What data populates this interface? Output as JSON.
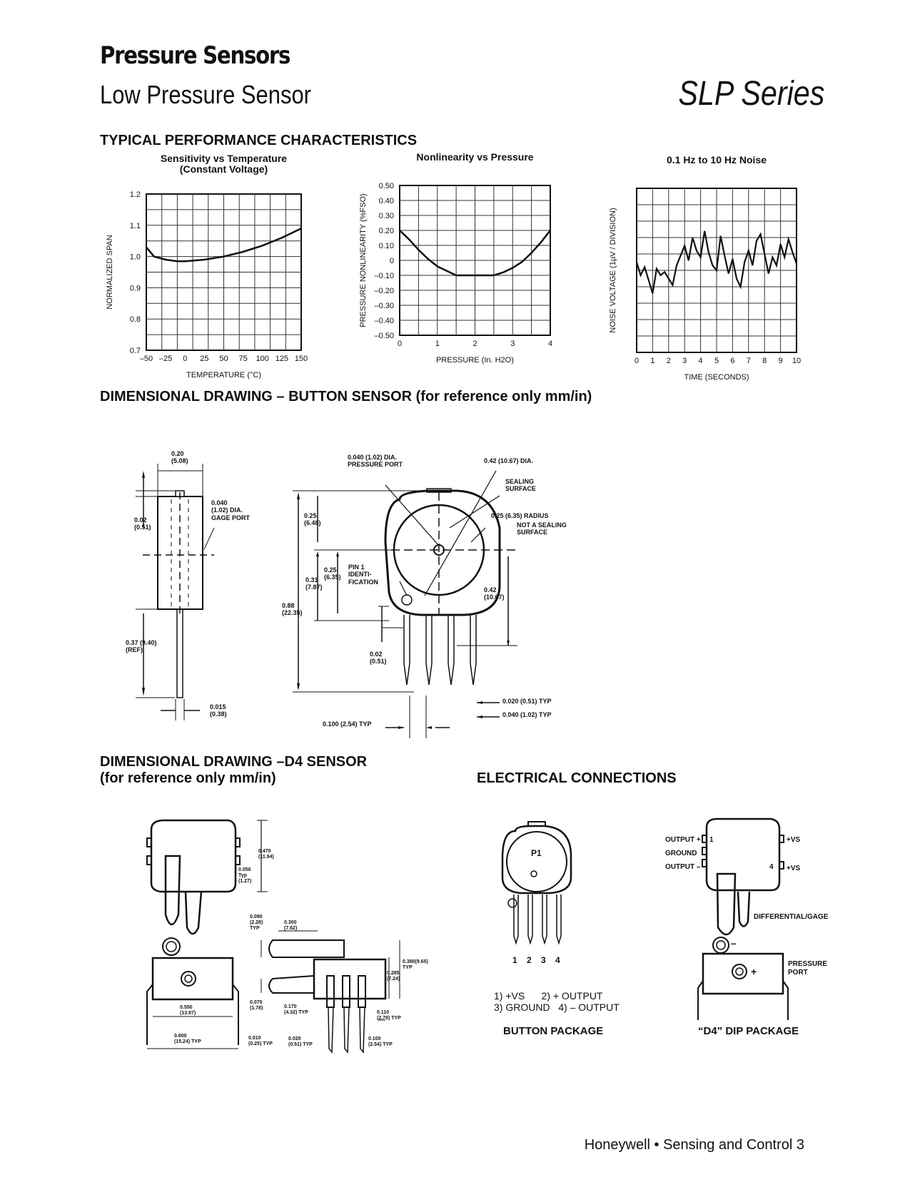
{
  "header": {
    "title": "Pressure Sensors",
    "subtitle": "Low Pressure Sensor",
    "series": "SLP Series"
  },
  "sections": {
    "performance": "TYPICAL PERFORMANCE CHARACTERISTICS",
    "button_drawing": "DIMENSIONAL DRAWING – BUTTON SENSOR (for reference only mm/in)",
    "d4_drawing_line1": "DIMENSIONAL DRAWING –D4 SENSOR",
    "d4_drawing_line2": "(for reference only mm/in)",
    "electrical": "ELECTRICAL CONNECTIONS"
  },
  "chart_data": [
    {
      "type": "line",
      "title": "Sensitivity vs Temperature",
      "subtitle": "(Constant Voltage)",
      "xlabel": "TEMPERATURE (°C)",
      "ylabel": "NORMALIZED SPAN",
      "xlim": [
        -50,
        150
      ],
      "ylim": [
        0.7,
        1.2
      ],
      "xticks": [
        "–50",
        "–25",
        "0",
        "25",
        "50",
        "75",
        "100",
        "125",
        "150"
      ],
      "yticks": [
        "0.7",
        "0.8",
        "0.9",
        "1.0",
        "1.1",
        "1.2"
      ],
      "grid": true,
      "x": [
        -50,
        -40,
        -25,
        -10,
        0,
        25,
        50,
        75,
        100,
        125,
        150
      ],
      "y": [
        1.03,
        1.0,
        0.99,
        0.985,
        0.985,
        0.99,
        1.0,
        1.015,
        1.035,
        1.06,
        1.09
      ]
    },
    {
      "type": "line",
      "title": "Nonlinearity vs Pressure",
      "xlabel": "PRESSURE (In. H2O)",
      "ylabel": "PRESSURE NONLINEARITY (%FSO)",
      "xlim": [
        0,
        4
      ],
      "ylim": [
        -0.5,
        0.5
      ],
      "xticks": [
        "0",
        "1",
        "2",
        "3",
        "4"
      ],
      "yticks": [
        "–0.50",
        "–0.40",
        "–0.30",
        "–0.20",
        "–0.10",
        "0",
        "0.10",
        "0.20",
        "0.30",
        "0.40",
        "0.50"
      ],
      "grid": true,
      "x": [
        0,
        0.25,
        0.5,
        0.75,
        1.0,
        1.25,
        1.5,
        2.0,
        2.5,
        2.75,
        3.0,
        3.25,
        3.5,
        3.75,
        4.0
      ],
      "y": [
        0.2,
        0.14,
        0.07,
        0.01,
        -0.04,
        -0.07,
        -0.1,
        -0.1,
        -0.1,
        -0.08,
        -0.05,
        -0.01,
        0.05,
        0.12,
        0.2
      ]
    },
    {
      "type": "line",
      "title": "0.1 Hz to 10 Hz Noise",
      "xlabel": "TIME (SECONDS)",
      "ylabel": "NOISE VOLTAGE (1µV / DIVISION)",
      "xlim": [
        0,
        10
      ],
      "xticks": [
        "0",
        "1",
        "2",
        "3",
        "4",
        "5",
        "6",
        "7",
        "8",
        "9",
        "10"
      ],
      "grid": true,
      "x": [
        0,
        0.25,
        0.5,
        0.75,
        1.0,
        1.25,
        1.5,
        1.75,
        2.0,
        2.25,
        2.5,
        2.75,
        3.0,
        3.25,
        3.5,
        3.75,
        4.0,
        4.25,
        4.5,
        4.75,
        5.0,
        5.25,
        5.5,
        5.75,
        6.0,
        6.25,
        6.5,
        6.75,
        7.0,
        7.25,
        7.5,
        7.75,
        8.0,
        8.25,
        8.5,
        8.75,
        9.0,
        9.25,
        9.5,
        9.75,
        10.0
      ],
      "y": [
        0.5,
        -0.3,
        0.2,
        -0.6,
        -1.4,
        0.1,
        -0.3,
        -0.1,
        -0.5,
        -0.9,
        0.3,
        0.9,
        1.5,
        0.6,
        2.0,
        1.2,
        0.8,
        2.4,
        1.1,
        0.3,
        0.0,
        2.1,
        0.9,
        -0.2,
        0.7,
        -0.5,
        -1.0,
        0.5,
        1.2,
        0.3,
        1.8,
        2.2,
        1.0,
        -0.2,
        0.8,
        0.3,
        1.6,
        0.8,
        1.9,
        1.1,
        0.4
      ]
    }
  ],
  "button_sensor": {
    "side_width": "0.20\n(5.08)",
    "side_port_offset": "0.02\n(0.51)",
    "gage_port": "0.040\n(1.02) DIA.\nGAGE PORT",
    "lead_length": "0.37 (9.40)\n(REF)",
    "lead_thickness": "0.015\n(0.38)",
    "pressure_port": "0.040 (1.02) DIA.\nPRESSURE PORT",
    "dia": "0.42 (10.67) DIA.",
    "sealing_surface": "SEALING\nSURFACE",
    "radius": "0.25 (6.35) RADIUS",
    "not_sealing": "NOT A SEALING\nSURFACE",
    "top_height": "0.25\n(6.48)",
    "center_height": "0.25\n(6.35)",
    "pin1": "PIN 1\nIDENTI-\nFICATION",
    "body_height": "0.31\n(7.87)",
    "total_height": "0.88\n(22.35)",
    "lower_height": "0.42\n(10.67)",
    "pin_offset": "0.02\n(0.51)",
    "pin_width": "0.020 (0.51) TYP",
    "pin_spacing_b": "0.040 (1.02) TYP",
    "pin_pitch": "0.100 (2.54) TYP"
  },
  "d4_sensor": {
    "top_height": "0.470\n(11.94)",
    "tab_width": "0.050\nTyp\n(1.27)",
    "port_dia": "0.090\n(2.28)\nTYP",
    "port_length": "0.300\n(7.62)",
    "overall_height": "0.380(9.65)\nTYP",
    "port_height": "0.285\n(7.24)",
    "body_width": "0.550\n(13.97)",
    "lead_span": "0.600\n(15.24) TYP",
    "lead_thk": "0.010\n(0.25) TYP",
    "port_gap": "0.070\n(1.78)",
    "pin_len": "0.170\n(4.32) TYP",
    "pin_w": "0.020\n(0.51) TYP",
    "pin_pitch": "0.100\n(2.54) TYP",
    "pin_height": "0.110\n(2.79) TYP"
  },
  "electrical": {
    "p1_label": "P1",
    "pin_numbers": [
      "1",
      "2",
      "3",
      "4"
    ],
    "legend_line1": "1) +VS      2) + OUTPUT",
    "legend_line2": "3) GROUND   4) – OUTPUT",
    "button_package": "BUTTON PACKAGE",
    "d4_output_plus": "OUTPUT +",
    "d4_ground": "GROUND",
    "d4_output_minus": "OUTPUT –",
    "d4_vs_top": "+VS",
    "d4_vs_bottom": "+VS",
    "d4_pin1": "1",
    "d4_pin4": "4",
    "diff_gage": "DIFFERENTIAL/GAGE",
    "minus_sign": "–",
    "plus_sign": "+",
    "pressure_port": "PRESSURE\nPORT",
    "d4_package": "“D4” DIP PACKAGE"
  },
  "footer": {
    "text": "Honeywell • Sensing and Control  3"
  }
}
